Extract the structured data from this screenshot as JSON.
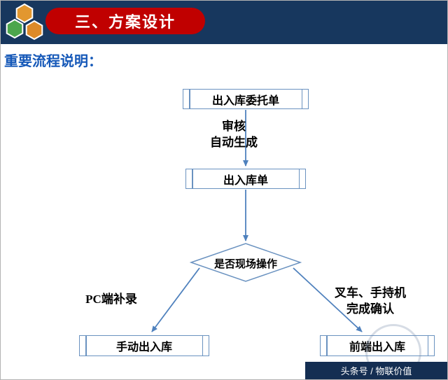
{
  "header": {
    "bar_color": "#17375e",
    "badge_color": "#c00000",
    "title": "三、方案设计",
    "logo_hex_colors": [
      "#e2972f",
      "#4ca64c",
      "#dd8a28"
    ]
  },
  "content": {
    "heading": "重要流程说明："
  },
  "flowchart": {
    "accent_color": "#4f81bd",
    "border_color": "#6a92c0",
    "nodes": [
      {
        "id": "entrust-order",
        "type": "predefined-process",
        "label": "出入库委托单"
      },
      {
        "id": "warehouse-order",
        "type": "predefined-process",
        "label": "出入库单"
      },
      {
        "id": "onsite-decision",
        "type": "decision",
        "label": "是否现场操作"
      },
      {
        "id": "manual-io",
        "type": "predefined-process",
        "label": "手动出入库"
      },
      {
        "id": "frontend-io",
        "type": "predefined-process",
        "label": "前端出入库"
      }
    ],
    "edge_labels": [
      {
        "id": "review-autogen",
        "lines": [
          "审核",
          "自动生成"
        ]
      },
      {
        "id": "pc-entry",
        "lines": [
          "PC端补录"
        ]
      },
      {
        "id": "forklift-confirm",
        "lines": [
          "叉车、手持机",
          "完成确认"
        ]
      }
    ]
  },
  "footer": {
    "watermark": "头条号 / 物联价值"
  }
}
